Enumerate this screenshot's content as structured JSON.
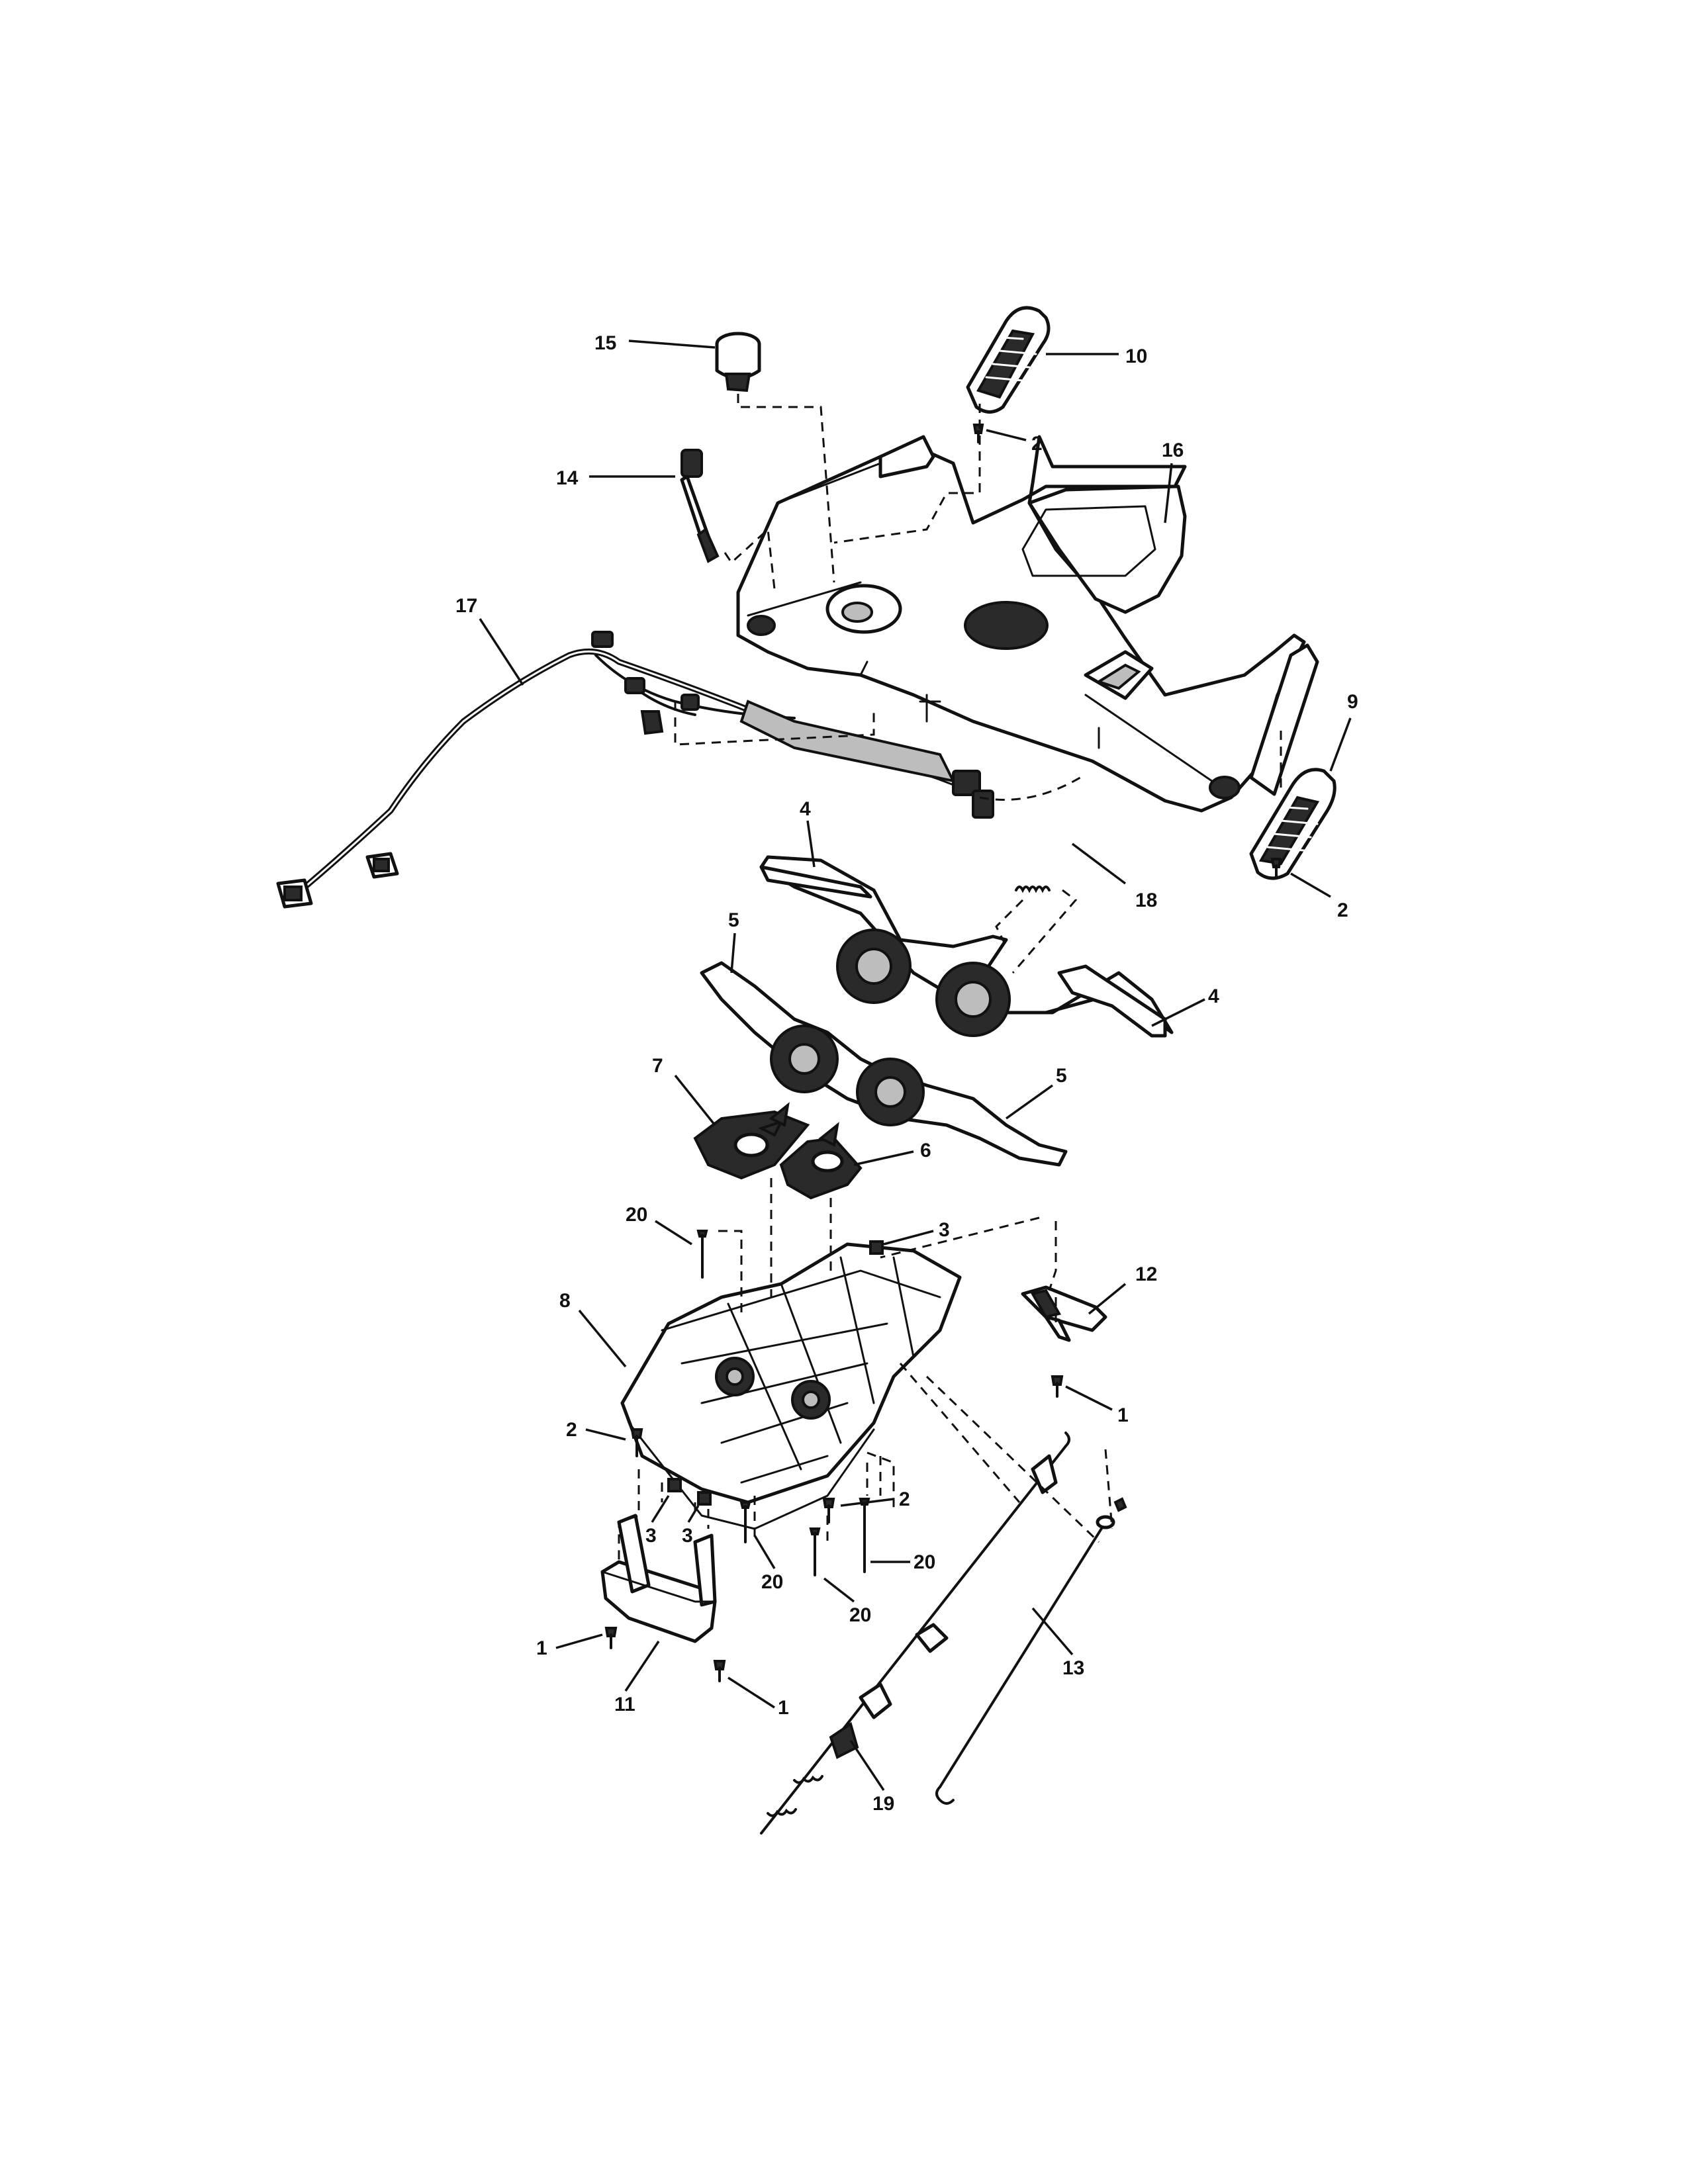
{
  "callouts": {
    "c15": "15",
    "c10": "10",
    "c2a": "2",
    "c16": "16",
    "c14": "14",
    "c17": "17",
    "c9": "9",
    "c2b": "2",
    "c4a": "4",
    "c18": "18",
    "c5a": "5",
    "c4b": "4",
    "c7": "7",
    "c5b": "5",
    "c6": "6",
    "c20a": "20",
    "c3a": "3",
    "c12": "12",
    "c8": "8",
    "c1a": "1",
    "c2c": "2",
    "c2d": "2",
    "c3b": "3",
    "c3c": "3",
    "c20b": "20",
    "c20c": "20",
    "c20d": "20",
    "c1b": "1",
    "c11": "11",
    "c1c": "1",
    "c13": "13",
    "c19": "19"
  }
}
